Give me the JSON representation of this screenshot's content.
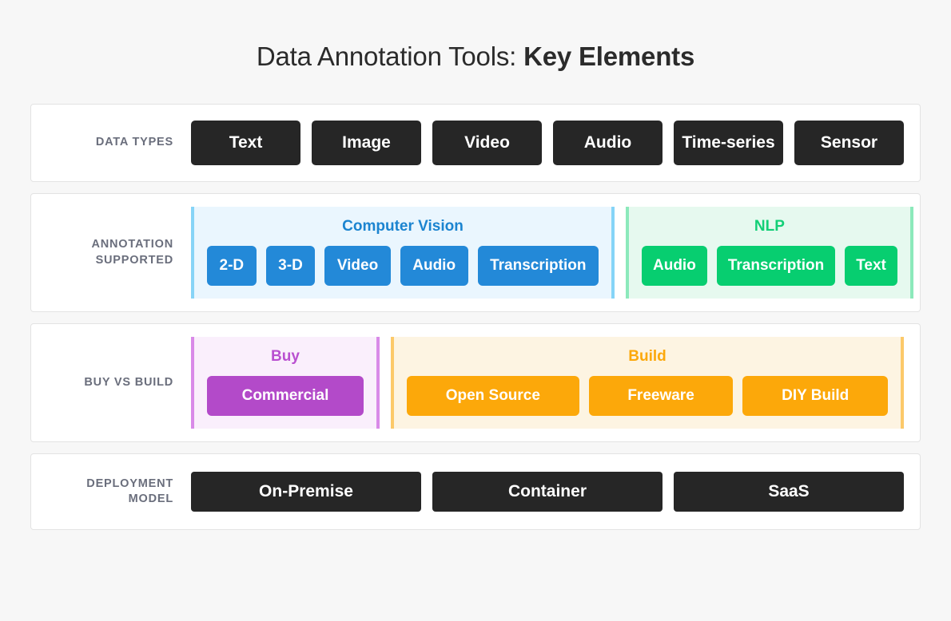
{
  "title": {
    "regular": "Data Annotation Tools: ",
    "bold": "Key Elements"
  },
  "rows": [
    {
      "label": "DATA TYPES",
      "items": [
        "Text",
        "Image",
        "Video",
        "Audio",
        "Time-series",
        "Sensor"
      ]
    },
    {
      "label_line1": "ANNOTATION",
      "label_line2": "SUPPORTED",
      "groups": [
        {
          "title": "Computer Vision",
          "items": [
            "2-D",
            "3-D",
            "Video",
            "Audio",
            "Transcription"
          ],
          "color": "#2389d8",
          "bg": "#eaf6fe"
        },
        {
          "title": "NLP",
          "items": [
            "Audio",
            "Transcription",
            "Text"
          ],
          "color": "#07ce70",
          "bg": "#e6f9ef"
        }
      ]
    },
    {
      "label": "BUY VS BUILD",
      "groups": [
        {
          "title": "Buy",
          "items": [
            "Commercial"
          ],
          "color": "#b34ac9",
          "bg": "#faeffc"
        },
        {
          "title": "Build",
          "items": [
            "Open Source",
            "Freeware",
            "DIY Build"
          ],
          "color": "#fca80a",
          "bg": "#fdf4e2"
        }
      ]
    },
    {
      "label_line1": "DEPLOYMENT",
      "label_line2": "MODEL",
      "items": [
        "On-Premise",
        "Container",
        "SaaS"
      ]
    }
  ],
  "theme": {
    "page_bg": "#f7f7f7",
    "card_bg": "#ffffff",
    "card_border": "#e3e3e3",
    "pill_dark": "#262626",
    "label_color": "#6a6e7c",
    "title_color": "#2b2b2b"
  }
}
